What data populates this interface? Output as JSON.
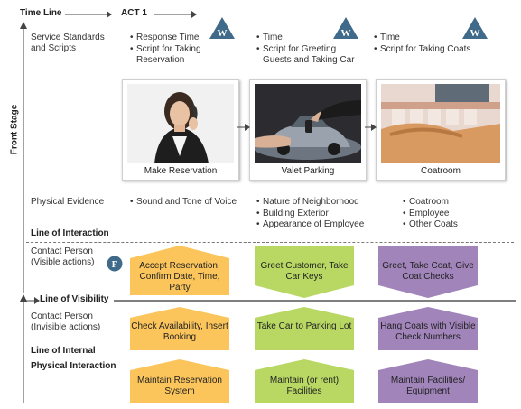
{
  "timeline": {
    "label": "Time Line",
    "act": "ACT 1"
  },
  "rows": {
    "standards": "Service Standards and Scripts",
    "evidence": "Physical Evidence",
    "interaction": "Line of Interaction",
    "contact_visible": "Contact Person (Visible actions)",
    "visibility": "Line of Visibility",
    "contact_invisible": "Contact Person (Invisible actions)",
    "internal": "Line of Internal",
    "physical_interaction": "Physical Interaction",
    "front_stage": "Front Stage"
  },
  "badge": {
    "letter": "W"
  },
  "f_badge": "F",
  "standards": [
    [
      "Response Time",
      "Script for Taking Reservation"
    ],
    [
      "Time",
      "Script for Greeting Guests and Taking  Car"
    ],
    [
      "Time",
      "Script for Taking Coats"
    ]
  ],
  "photos": [
    {
      "caption": "Make Reservation"
    },
    {
      "caption": "Valet Parking"
    },
    {
      "caption": "Coatroom"
    }
  ],
  "evidence": [
    [
      "Sound and Tone of Voice"
    ],
    [
      "Nature of Neighborhood",
      "Building Exterior",
      "Appearance of Employee"
    ],
    [
      "Coatroom",
      "Employee",
      "Other Coats"
    ]
  ],
  "visible_actions": [
    "Accept Reservation, Confirm Date, Time, Party",
    "Greet Customer, Take Car Keys",
    "Greet, Take Coat, Give Coat Checks"
  ],
  "invisible_actions": [
    "Check Availability, Insert Booking",
    "Take Car to Parking Lot",
    "Hang Coats with Visible Check Numbers"
  ],
  "support": [
    "Maintain Reservation System",
    "Maintain (or rent) Facilities",
    "Maintain Facilities/ Equipment"
  ],
  "colors": {
    "yellow": "#fbc55c",
    "green": "#b8d863",
    "purple": "#a184ba",
    "badge_blue": "#3f6a8a"
  }
}
